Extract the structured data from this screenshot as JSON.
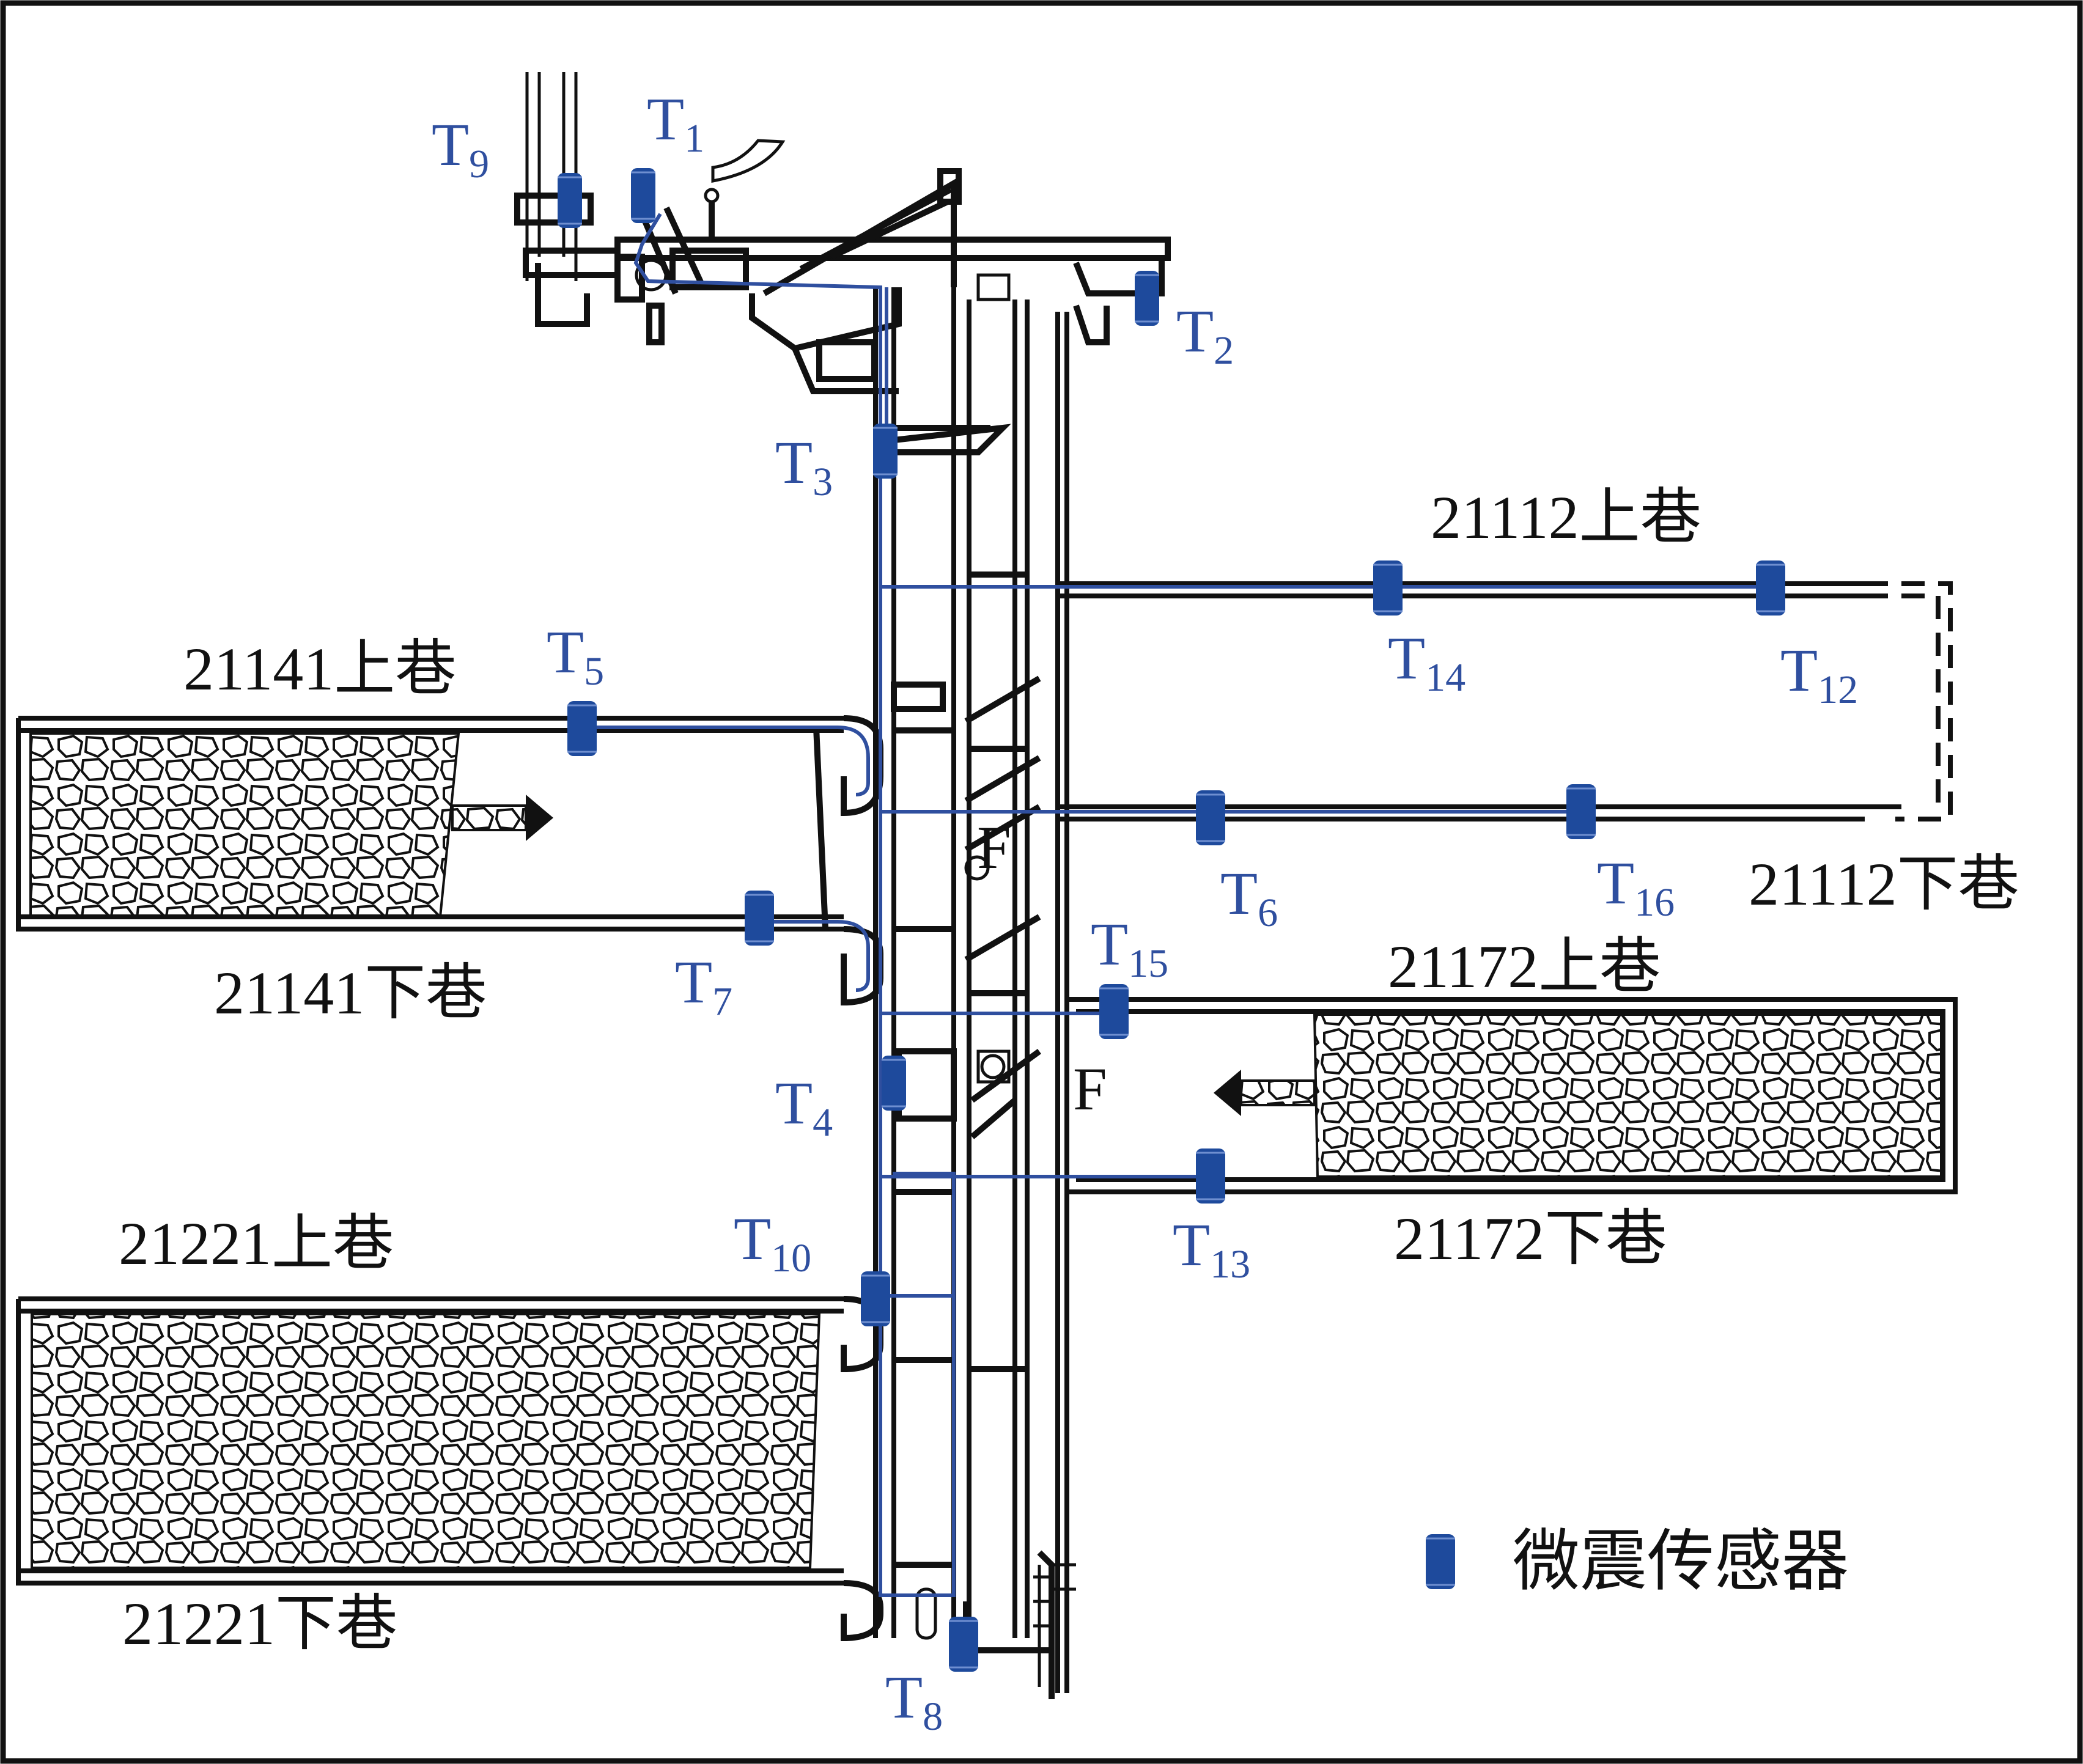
{
  "roadways": [
    {
      "id": "r21141u",
      "label": "21141上巷"
    },
    {
      "id": "r21141d",
      "label": "21141下巷"
    },
    {
      "id": "r21112u",
      "label": "21112上巷"
    },
    {
      "id": "r21112d",
      "label": "21112下巷"
    },
    {
      "id": "r21172u",
      "label": "21172上巷"
    },
    {
      "id": "r21172d",
      "label": "21172下巷"
    },
    {
      "id": "r21221u",
      "label": "21221上巷"
    },
    {
      "id": "r21221d",
      "label": "21221下巷"
    }
  ],
  "sensors": [
    {
      "main": "T",
      "sub": "1"
    },
    {
      "main": "T",
      "sub": "2"
    },
    {
      "main": "T",
      "sub": "3"
    },
    {
      "main": "T",
      "sub": "4"
    },
    {
      "main": "T",
      "sub": "5"
    },
    {
      "main": "T",
      "sub": "6"
    },
    {
      "main": "T",
      "sub": "7"
    },
    {
      "main": "T",
      "sub": "8"
    },
    {
      "main": "T",
      "sub": "9"
    },
    {
      "main": "T",
      "sub": "10"
    },
    {
      "main": "T",
      "sub": "12"
    },
    {
      "main": "T",
      "sub": "13"
    },
    {
      "main": "T",
      "sub": "14"
    },
    {
      "main": "T",
      "sub": "15"
    },
    {
      "main": "T",
      "sub": "16"
    }
  ],
  "faults": [
    {
      "label": "F"
    },
    {
      "label": "F"
    }
  ],
  "legend": {
    "label": "微震传感器"
  },
  "colors": {
    "sensor": "#1e4a9c",
    "cable": "#2f4f9f",
    "structure": "#111111"
  }
}
